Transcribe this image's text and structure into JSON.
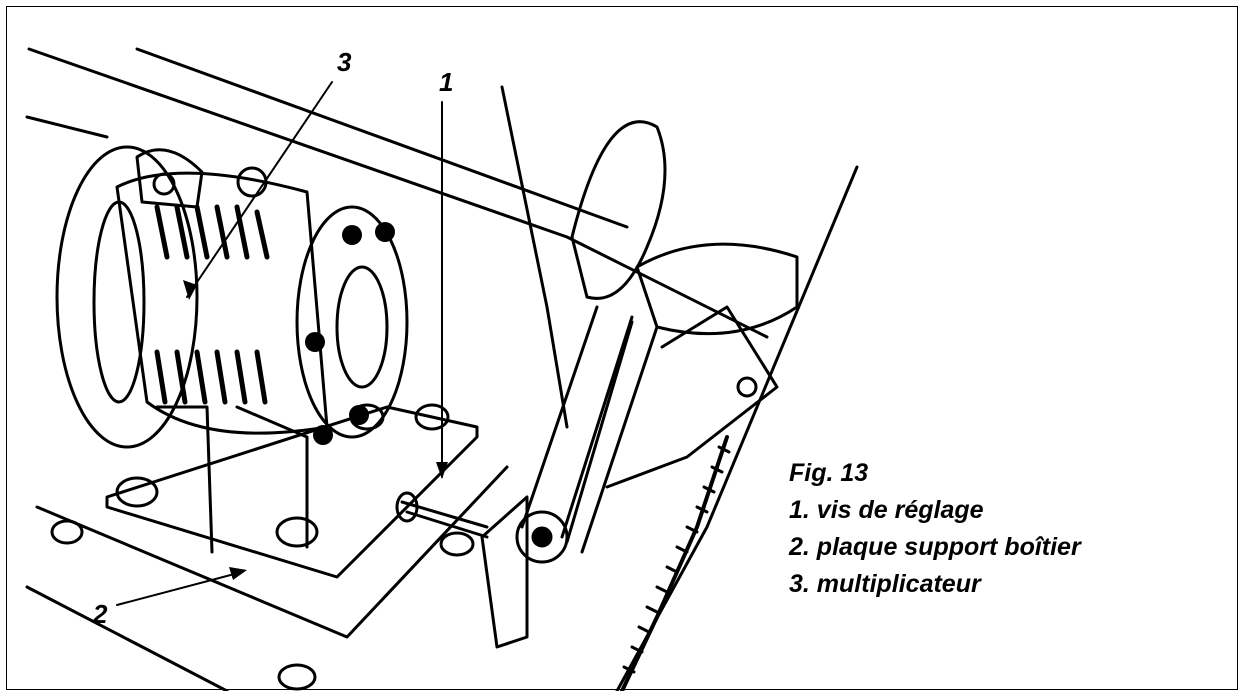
{
  "callouts": {
    "c1": "1",
    "c2": "2",
    "c3": "3"
  },
  "legend": {
    "figure": "Fig. 13",
    "items": [
      "1. vis de réglage",
      "2. plaque support boîtier",
      "3. multiplicateur"
    ]
  },
  "colors": {
    "ink": "#000000",
    "paper": "#ffffff"
  }
}
